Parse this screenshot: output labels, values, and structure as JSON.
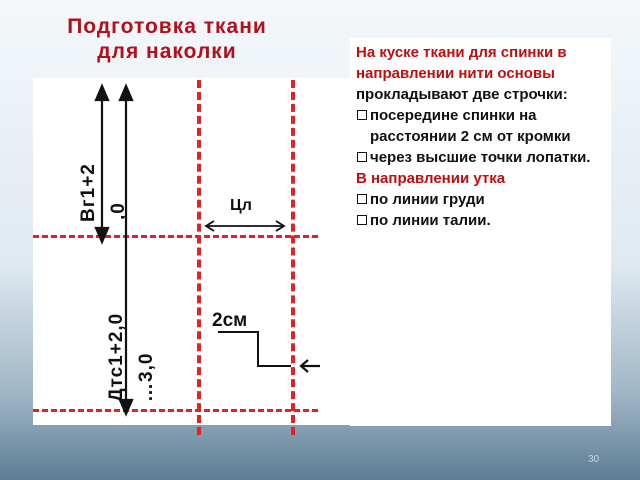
{
  "slide": {
    "title_lines": [
      "Подготовка ткани",
      "для наколки"
    ],
    "slide_number": "30",
    "accent_color": "#c00d0d",
    "dash_color": "#e62028"
  },
  "drawing": {
    "label_vg": "Вг1+2,0",
    "label_vg_lines": [
      "Вг1+2",
      ",0"
    ],
    "label_dts": "Дтс1+2,0 …3,0",
    "label_dts_lines": [
      "Дтс1+2,0",
      "…3,0"
    ],
    "label_cl": "Цл",
    "label_2cm": "2см",
    "icons": [
      "double-arrow-vertical-icon",
      "double-arrow-horizontal-icon",
      "arrow-left-icon"
    ]
  },
  "panel": {
    "intro_red": "На куске ткани для спинки в направлении нити основы",
    "intro_black": "прокладывают две строчки:",
    "bullets_warp": [
      "посередине спинки на расстоянии 2 см от кромки",
      " через высшие точки лопатки."
    ],
    "weft_heading": "В направлении утка",
    "bullets_weft": [
      "по линии груди",
      " по линии талии."
    ]
  }
}
